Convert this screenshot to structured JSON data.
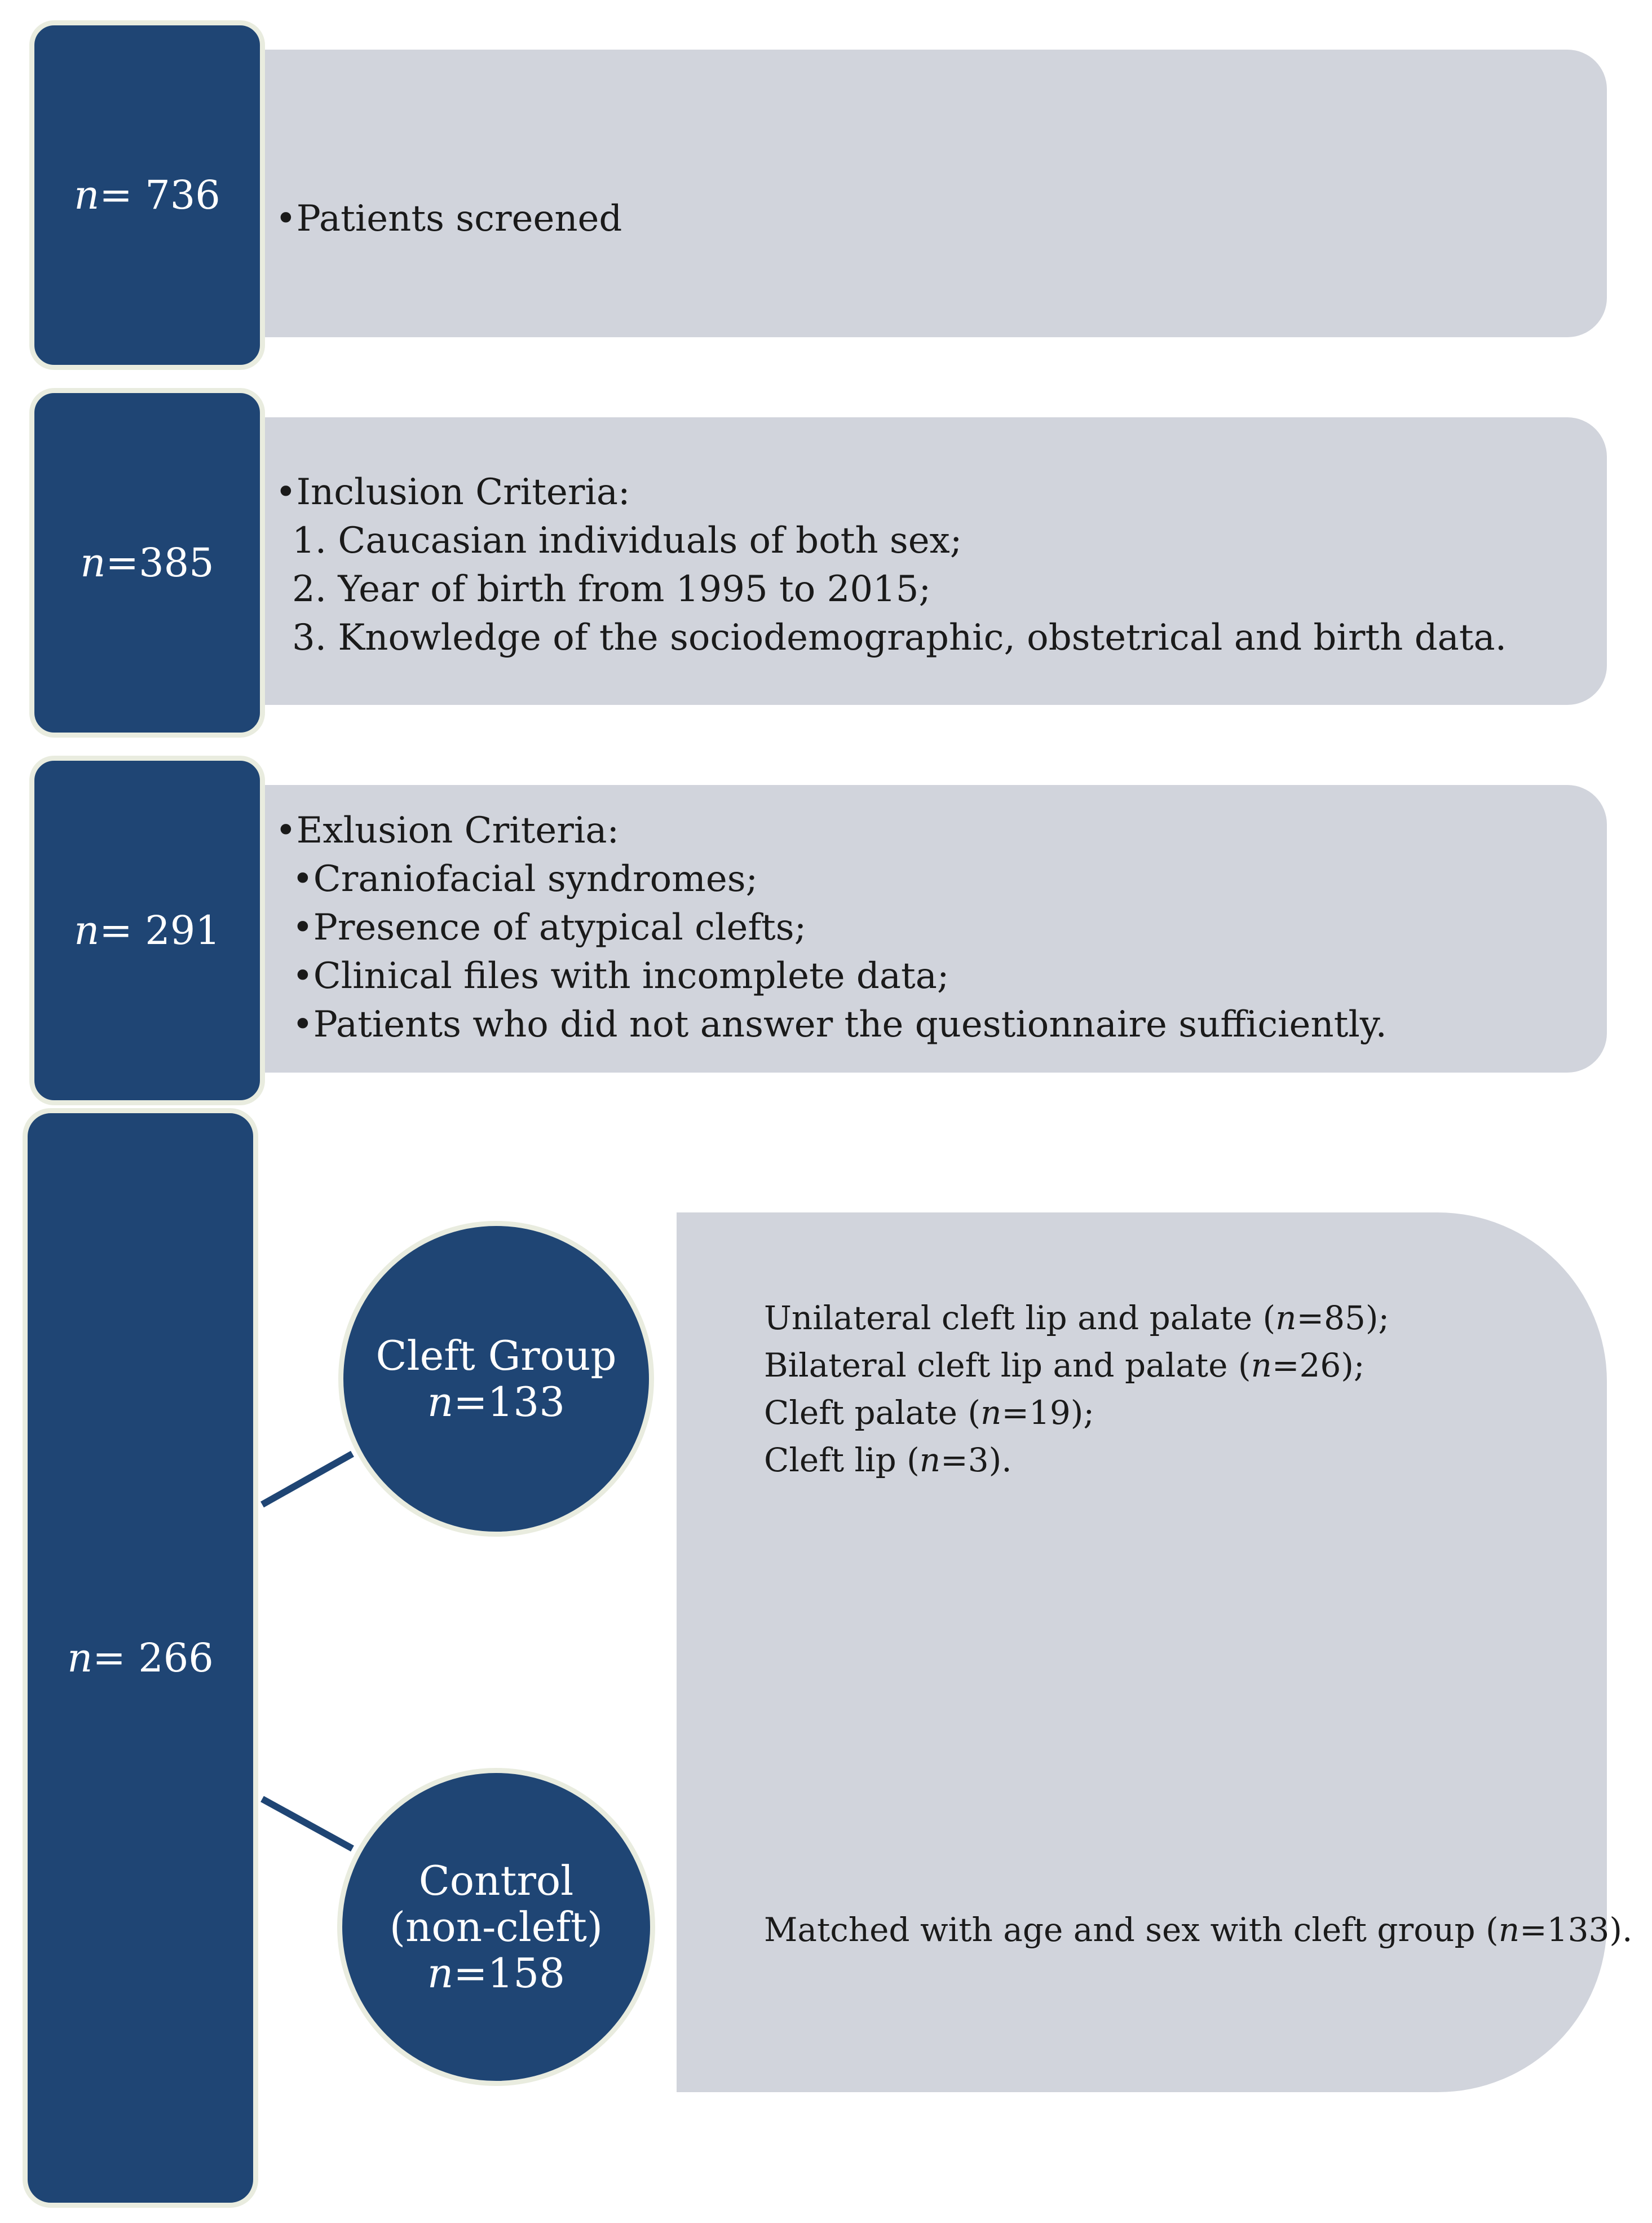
{
  "rows": [
    {
      "count": "736",
      "lines": [
        "•Patients screened"
      ]
    },
    {
      "count": "385",
      "lines": [
        "•Inclusion Criteria:",
        "1. Caucasian individuals of both sex;",
        "2. Year of birth from 1995 to 2015;",
        "3. Knowledge of the sociodemographic, obstetrical and birth data."
      ]
    },
    {
      "count": "291",
      "lines": [
        "•Exlusion Criteria:",
        "•Craniofacial syndromes;",
        "•Presence of atypical clefts;",
        "•Clinical files with incomplete data;",
        "•Patients who did not answer the questionnaire sufficiently."
      ]
    }
  ],
  "final": {
    "count": "266",
    "n_symbol": "n",
    "cleft_group": {
      "title": "Cleft Group",
      "count": "133",
      "details": [
        {
          "label": "Unilateral cleft lip and palate",
          "count": "85"
        },
        {
          "label": "Bilateral cleft lip and palate",
          "count": "26"
        },
        {
          "label": "Cleft palate",
          "count": "19"
        },
        {
          "label": "Cleft lip",
          "count": "3"
        }
      ]
    },
    "control_group": {
      "title_line1": "Control",
      "title_line2": "(non-cleft)",
      "count": "158",
      "detail": {
        "label": "Matched with age and sex with cleft group",
        "count": "133"
      }
    }
  }
}
